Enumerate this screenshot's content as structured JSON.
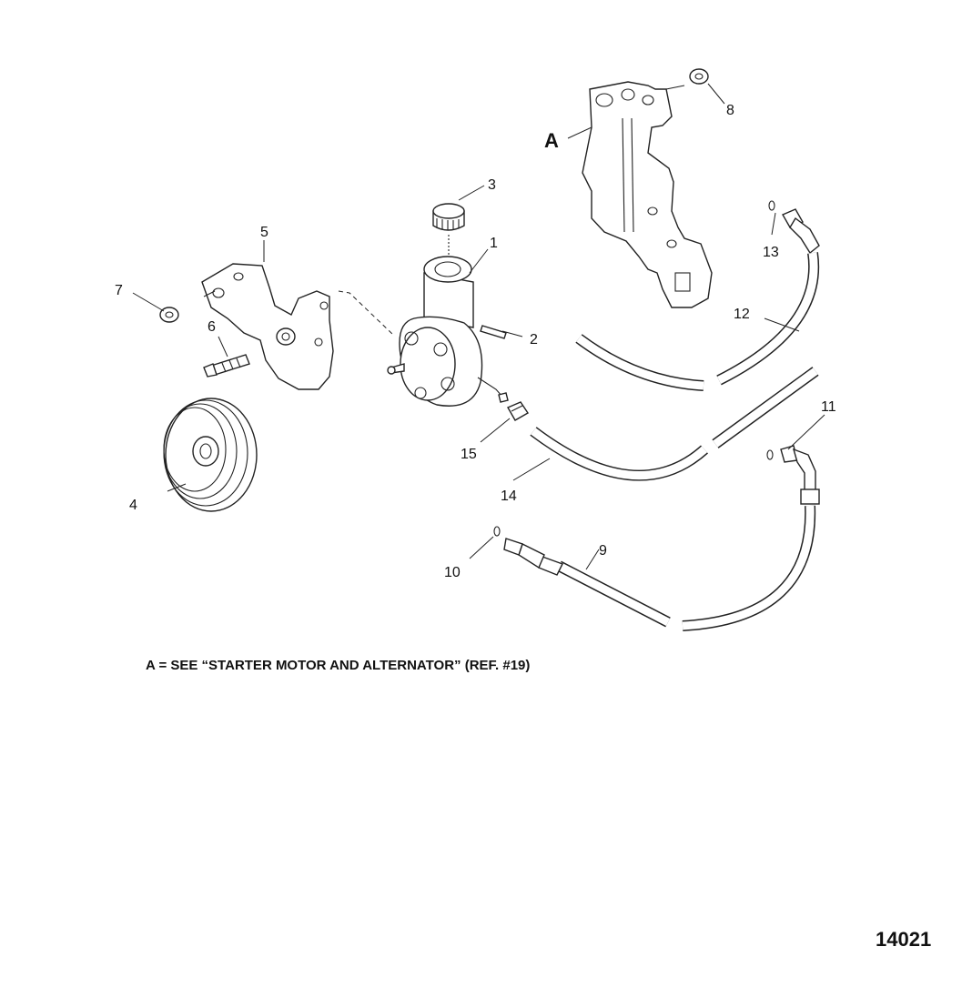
{
  "callouts": {
    "c1": "1",
    "c2": "2",
    "c3": "3",
    "c4": "4",
    "c5": "5",
    "c6": "6",
    "c7": "7",
    "c8": "8",
    "c9": "9",
    "c10": "10",
    "c11": "11",
    "c12": "12",
    "c13": "13",
    "c14": "14",
    "c15": "15",
    "cA": "A"
  },
  "note": "A = SEE “STARTER MOTOR AND ALTERNATOR” (REF. #19)",
  "figure_number": "14021"
}
